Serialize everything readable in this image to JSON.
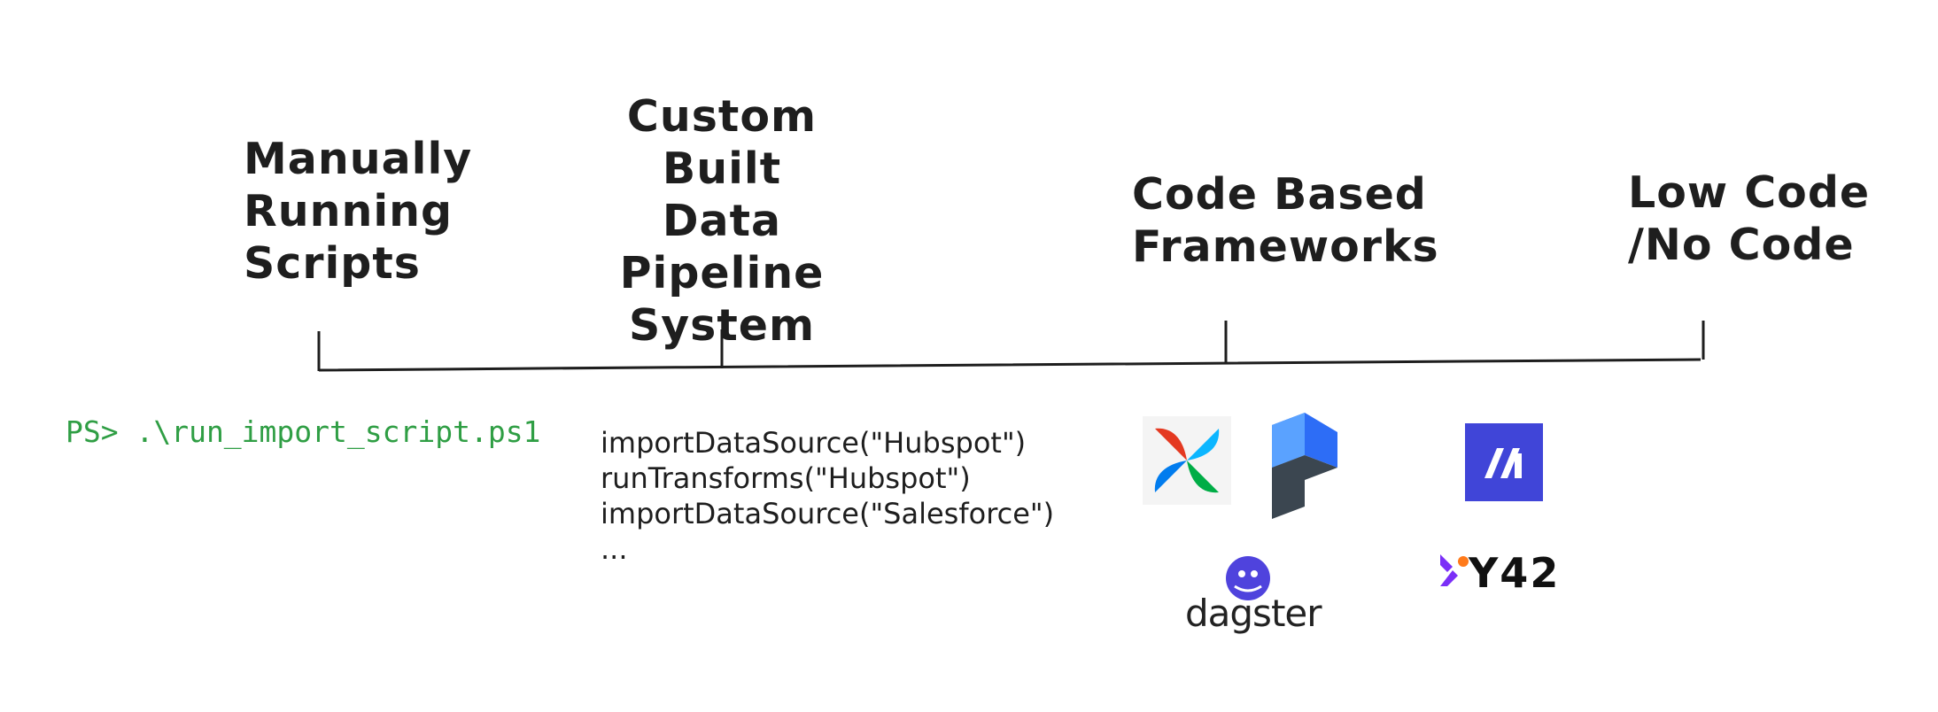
{
  "stages": [
    {
      "lines": [
        "Manually",
        "Running",
        "Scripts"
      ]
    },
    {
      "lines": [
        "Custom",
        "Built",
        "Data Pipeline",
        "System"
      ]
    },
    {
      "lines": [
        "Code Based",
        "Frameworks"
      ]
    },
    {
      "lines": [
        "Low Code",
        "/No Code"
      ]
    }
  ],
  "examples": {
    "powershell": "PS> .\\run_import_script.ps1",
    "code_lines": [
      "importDataSource(\"Hubspot\")",
      "runTransforms(\"Hubspot\")",
      "importDataSource(\"Salesforce\")",
      "..."
    ]
  },
  "logos": {
    "dagster": "dagster",
    "y42": "Y42"
  },
  "colors": {
    "ink": "#1e1e1e",
    "command_green": "#2f9e44",
    "airflow_red": "#e43921",
    "airflow_blue": "#0cb6ff",
    "airflow_green": "#00ad46",
    "airflow_navy": "#017cee",
    "prefect_blue": "#2d6df6",
    "prefect_gray": "#3b4650",
    "dagster_purple": "#4f43dd",
    "tile_indigo": "#4045d8",
    "y42_purple": "#7b2ff7",
    "y42_orange": "#ff7a1a"
  }
}
